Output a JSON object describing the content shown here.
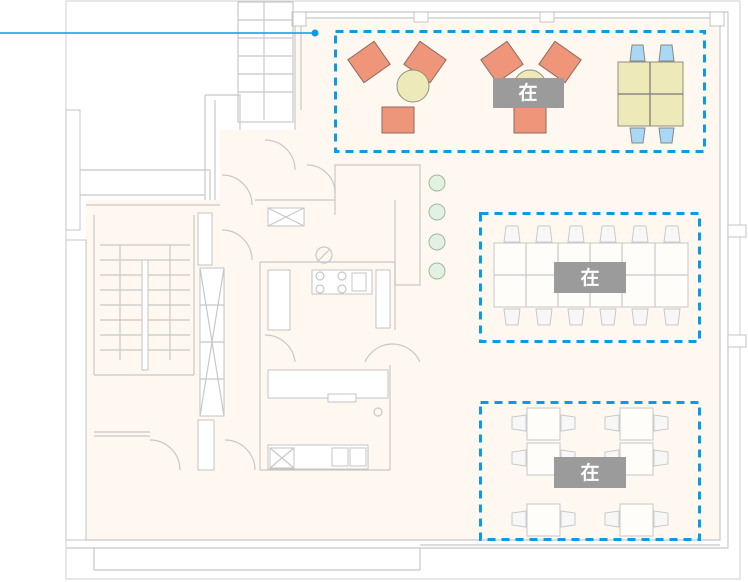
{
  "floor_plan": {
    "zones": [
      {
        "name": "lounge-zone",
        "label": "在"
      },
      {
        "name": "long-table-zone",
        "label": "在"
      },
      {
        "name": "square-tables-zone",
        "label": "在"
      }
    ],
    "colors": {
      "zone_border": "#0a9be6",
      "label_bg": "#9b9b9b",
      "floor": "#fef8f0",
      "sofa": "#ef967a"
    }
  }
}
